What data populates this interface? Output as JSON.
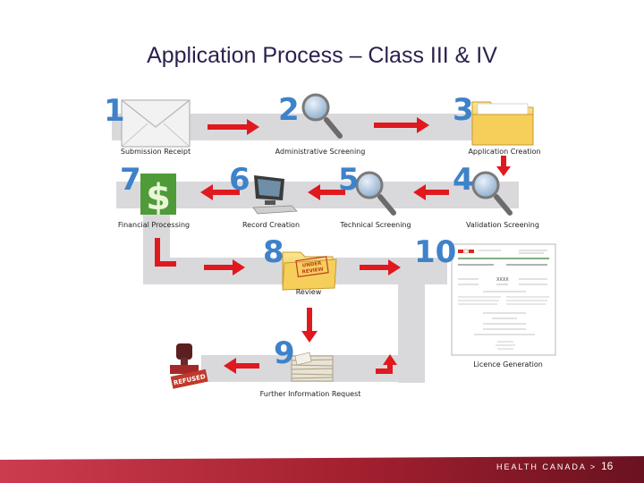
{
  "title": "Application Process – Class III & IV",
  "steps": [
    {
      "num": "1",
      "label": "Submission Receipt"
    },
    {
      "num": "2",
      "label": "Administrative Screening"
    },
    {
      "num": "3",
      "label": "Application Creation"
    },
    {
      "num": "4",
      "label": "Validation Screening"
    },
    {
      "num": "5",
      "label": "Technical Screening"
    },
    {
      "num": "6",
      "label": "Record Creation"
    },
    {
      "num": "7",
      "label": "Financial Processing"
    },
    {
      "num": "8",
      "label": "Review"
    },
    {
      "num": "9",
      "label": "Further Information Request"
    },
    {
      "num": "10",
      "label": "Licence Generation"
    }
  ],
  "stamp_text": "REFUSED",
  "folder_stamp_text": "UNDER REVIEW",
  "licence_doc_code": "XXXX",
  "footer": {
    "label": "HEALTH CANADA >",
    "page": "16"
  },
  "colors": {
    "number": "#3e82c9",
    "arrow": "#e0191f",
    "track": "#d9d9dc",
    "title": "#2b1f4d",
    "footer_bar": "#b5293a"
  },
  "icons": [
    "envelope-icon",
    "magnifier-icon",
    "folder-icon",
    "dollar-icon",
    "computer-icon",
    "stamp-icon",
    "papers-icon",
    "licence-document-icon"
  ]
}
